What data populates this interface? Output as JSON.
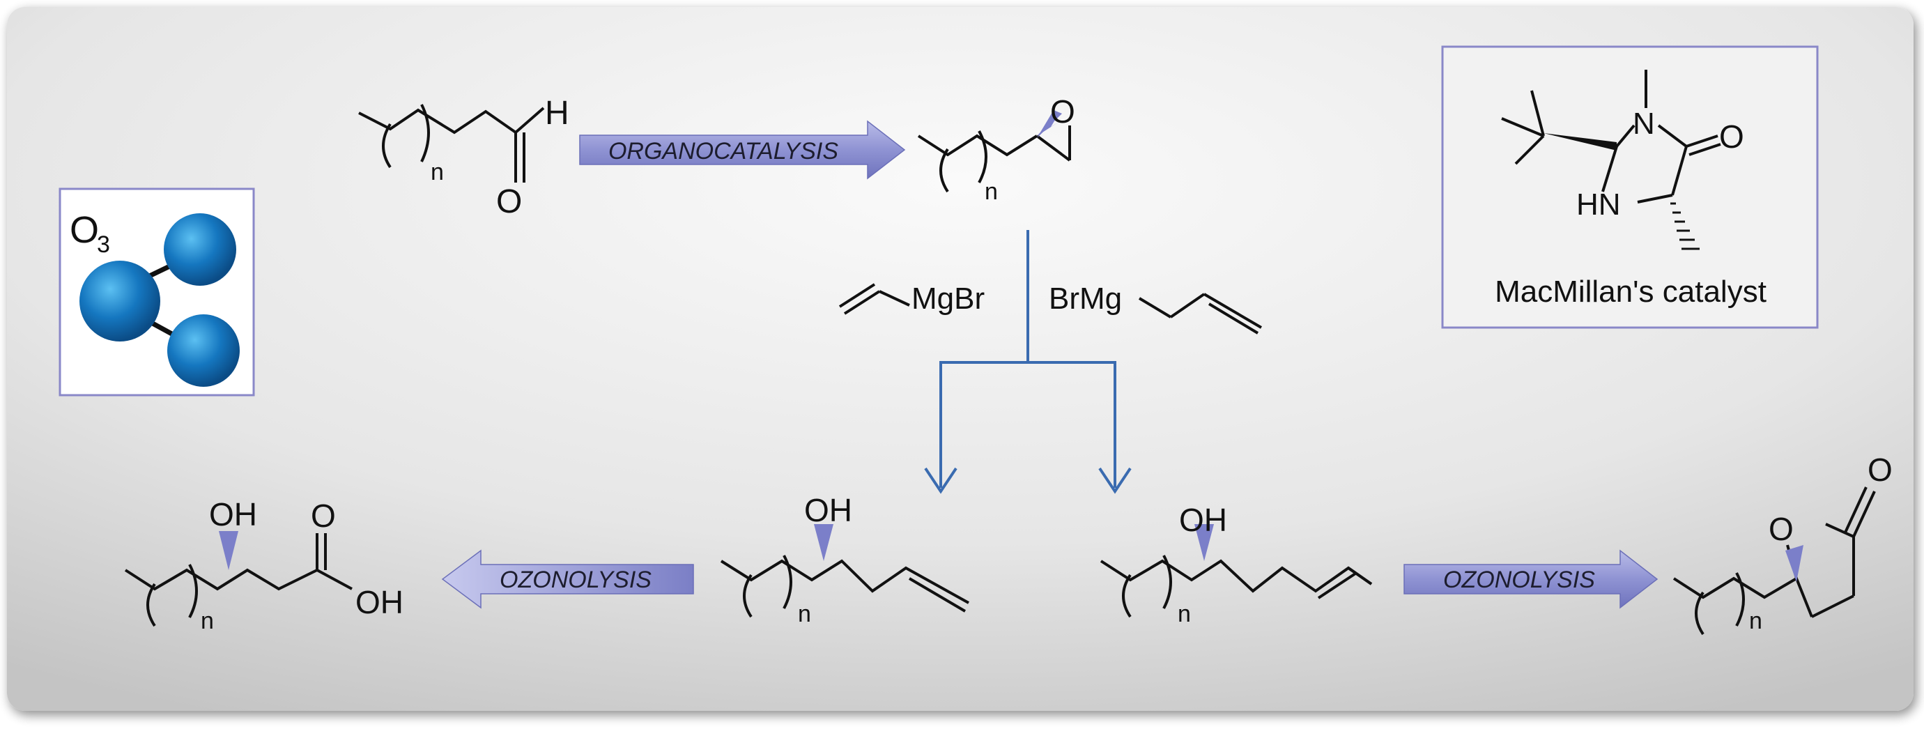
{
  "scheme": {
    "ozone_label": "O",
    "ozone_subscript": "3",
    "aldehyde_h": "H",
    "aldehyde_o": "O",
    "subscript_n": "n",
    "epoxide_o": "O",
    "arrow_organocatalysis": "ORGANOCATALYSIS",
    "reagent_vinyl": "MgBr",
    "reagent_allyl": "BrMg",
    "arrow_ozonolysis_left": "OZONOLYSIS",
    "arrow_ozonolysis_right": "OZONOLYSIS",
    "oh": "OH",
    "acid_o": "O",
    "acid_oh": "OH",
    "lactone_ring_o": "O",
    "lactone_carbonyl_o": "O",
    "catalyst_n": "N",
    "catalyst_hn": "HN",
    "catalyst_o": "O",
    "catalyst_caption": "MacMillan's catalyst"
  },
  "colors": {
    "arrow_fill": "#8b8fd0",
    "flow_line": "#3a6bb0",
    "box_border": "#8a88c8",
    "ozone_atom": "#1577c0",
    "wedge": "#7b7fc9"
  }
}
